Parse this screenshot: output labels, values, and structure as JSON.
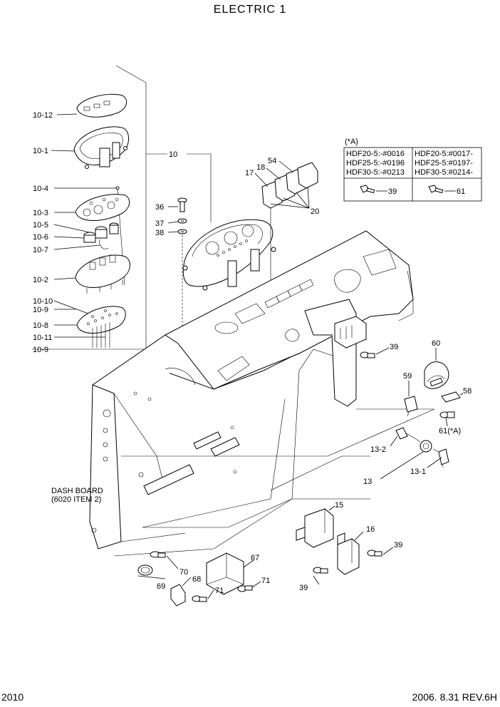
{
  "title": "ELECTRIC 1",
  "footer": {
    "page": "2010",
    "date_rev": "2006.  8.31  REV.6H"
  },
  "dash_board": {
    "line1": "DASH BOARD",
    "line2": "(6020 ITEM 2)"
  },
  "table": {
    "header": "(*A)",
    "left_rows": [
      "HDF20-5:-#0016",
      "HDF25-5:-#0196",
      "HDF30-5:-#0213"
    ],
    "right_rows": [
      "HDF20-5:#0017-",
      "HDF25-5:#0197-",
      "HDF30-5:#0214-"
    ],
    "left_part": "39",
    "right_part": "61"
  },
  "callouts": {
    "c10_12": "10-12",
    "c10_1": "10-1",
    "c10_4": "10-4",
    "c10_3": "10-3",
    "c10_5": "10-5",
    "c10_6": "10-6",
    "c10_7": "10-7",
    "c10_2": "10-2",
    "c10_10": "10-10",
    "c10_9a": "10-9",
    "c10_8": "10-8",
    "c10_11": "10-11",
    "c10_9b": "10-9",
    "c10": "10",
    "c36": "36",
    "c37": "37",
    "c38": "38",
    "c17": "17",
    "c18": "18",
    "c54": "54",
    "c20": "20",
    "c39a": "39",
    "c60": "60",
    "c59": "59",
    "c58": "58",
    "c61a": "61(*A)",
    "c13_2": "13-2",
    "c13": "13",
    "c13_1": "13-1",
    "c15": "15",
    "c16": "16",
    "c39b": "39",
    "c39c": "39",
    "c67": "67",
    "c70": "70",
    "c68": "68",
    "c71a": "71",
    "c71b": "71",
    "c69": "69"
  }
}
